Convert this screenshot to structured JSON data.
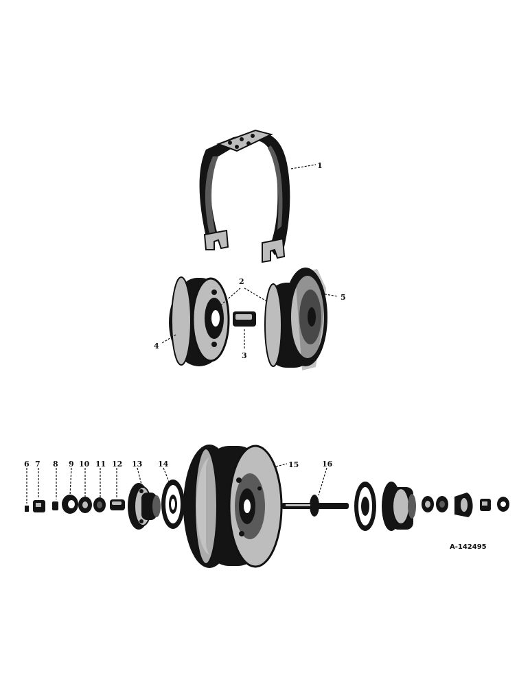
{
  "callouts": {
    "c1": "1",
    "c2": "2",
    "c3": "3",
    "c4": "4",
    "c5": "5",
    "c6": "6",
    "c7": "7",
    "c8": "8",
    "c9": "9",
    "c10": "10",
    "c11": "11",
    "c12": "12",
    "c13": "13",
    "c14": "14",
    "c15": "15",
    "c16": "16"
  },
  "part_number": "A-142495"
}
